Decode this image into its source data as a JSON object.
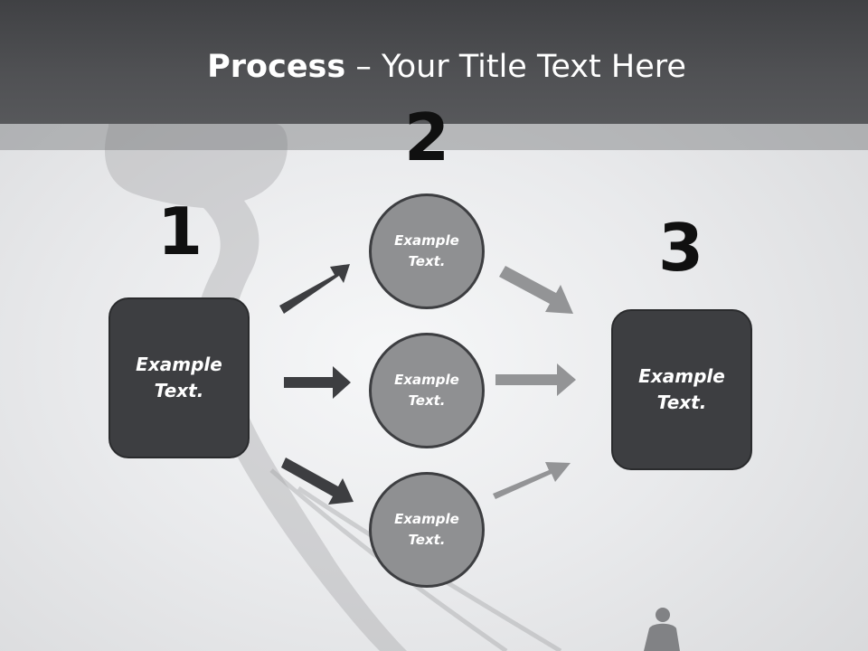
{
  "title": {
    "bold": "Process",
    "dash": " – ",
    "rest": "Your Title Text Here"
  },
  "steps": {
    "one": "1",
    "two": "2",
    "three": "3"
  },
  "nodes": {
    "left_box": "Example Text.",
    "circle_top": "Example Text.",
    "circle_middle": "Example Text.",
    "circle_bottom": "Example Text.",
    "right_box": "Example Text."
  },
  "colors": {
    "title_bar": "#4c4d50",
    "box_fill": "#3d3e41",
    "circle_fill": "#8f9092",
    "dark_arrow": "#3d3e41",
    "light_arrow": "#939496"
  }
}
